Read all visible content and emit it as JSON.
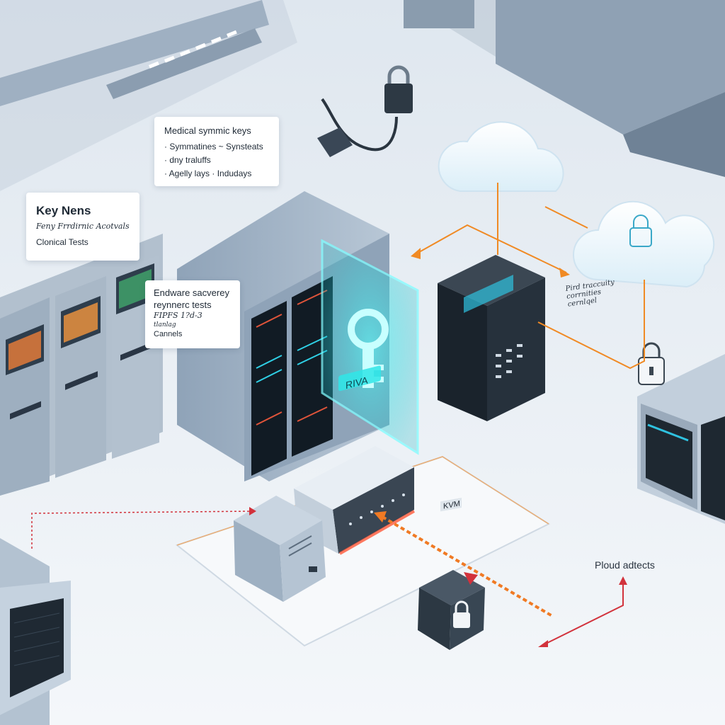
{
  "callouts": {
    "medical": {
      "title": "Medical symmic keys",
      "lines": [
        "· Symmatines ~ Synsteats",
        "· dny traluffs",
        "· Agelly lays  · Indudays"
      ]
    },
    "key_nens": {
      "title": "Key Nens",
      "subtitle": "Feny Frrdirnic Acotvals",
      "line": "Clonical Tests"
    },
    "endware": {
      "title": "Endware sacverey",
      "line2": "reynnerc tests",
      "line3": "FIPFS 1?d-3",
      "line4": "tlanlag",
      "line5": "Cannels"
    },
    "mid_label": [
      "Pird traccuity",
      "corrnities",
      "cernlqel"
    ],
    "bottom_label": "Ploud adtects",
    "hsm_display": "RIVA",
    "lock_box_label": "KVM"
  },
  "colors": {
    "accent_orange": "#f08a24",
    "accent_red": "#d2323c",
    "glow_cyan": "#2fe6e8",
    "floor": "#eef3f8"
  }
}
